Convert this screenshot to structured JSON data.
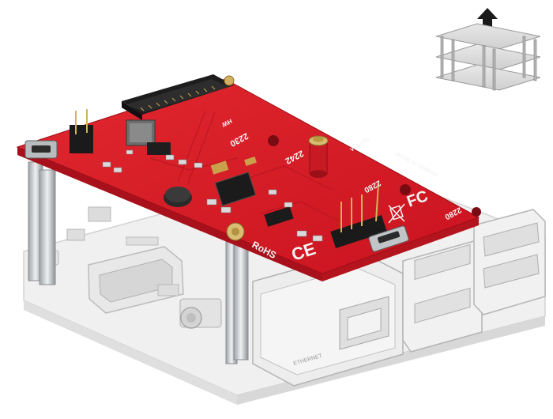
{
  "scene": {
    "subject": "m2-expansion-board-on-single-board-computer",
    "colors": {
      "pcb": "#d81e2a",
      "pcb_edge": "#a8111b",
      "chip": "#1b1b1b",
      "silkscreen": "#f4f4f4",
      "base_board": "#e4e4e4",
      "metal": "#c7c9cb"
    }
  },
  "pcb_text": {
    "slot_2230": "2230",
    "slot_2242": "2242",
    "slot_2280_upper": "2280",
    "slot_2280_edge": "2280",
    "made_in": "MADE IN TAIWAN",
    "rohs": "RoHS",
    "ce": "CE",
    "fcc": "FC",
    "model": "V00-U21",
    "hw": "HW"
  },
  "base_text": {
    "ethernet": "ETHERNET"
  },
  "stack_icon": {
    "icon": "stacked-boards-arrow-up-icon"
  }
}
